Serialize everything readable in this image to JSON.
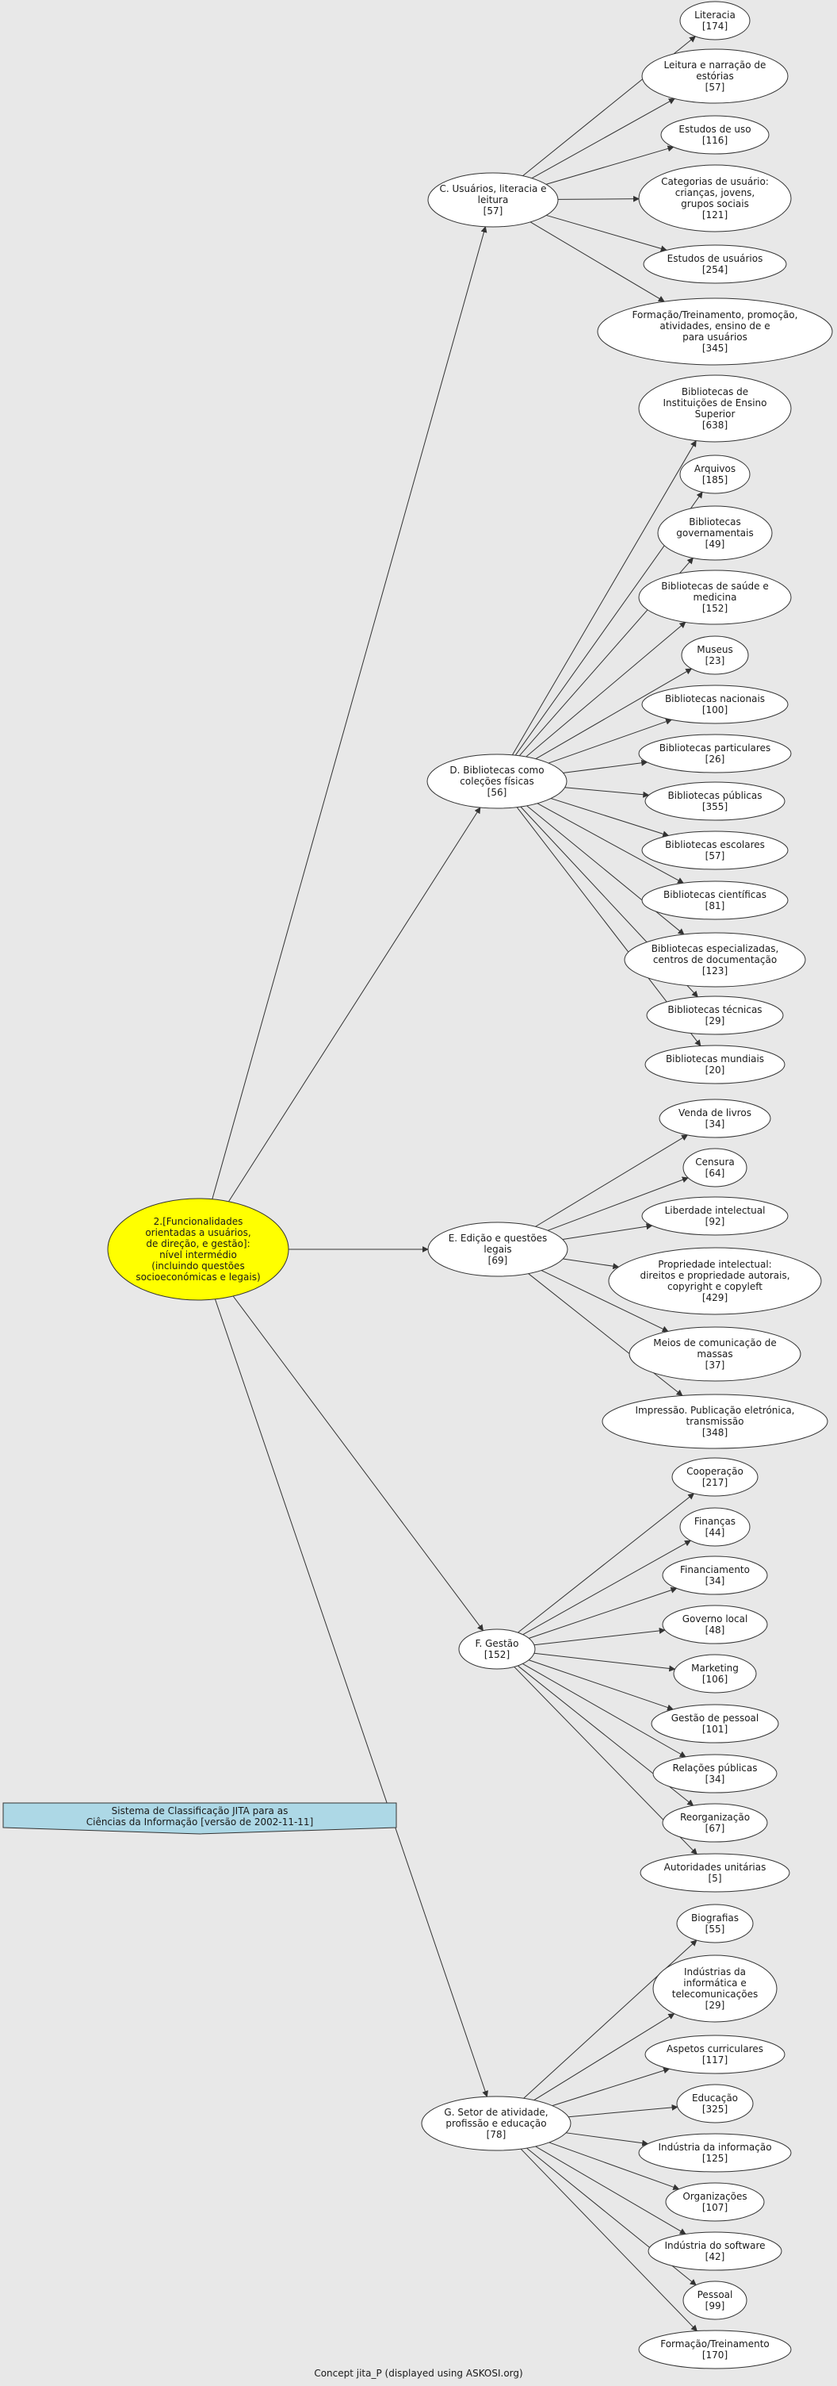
{
  "colors": {
    "background": "#e8e8e8",
    "root_fill": "#ffff00",
    "node_fill": "#ffffff",
    "legend_fill": "#add8e6",
    "edge": "#333333"
  },
  "root": {
    "lines": [
      "2.[Funcionalidades",
      "orientadas a usuários,",
      "de direção, e gestão]:",
      "nível intermédio",
      "(incluindo questões",
      "socioeconómicas e legais)"
    ]
  },
  "groups": [
    {
      "id": "c",
      "lines": [
        "C. Usuários, literacia e",
        "leitura",
        "[57]"
      ],
      "children": [
        {
          "lines": [
            "Literacia",
            "[174]"
          ]
        },
        {
          "lines": [
            "Leitura e narração de",
            "estórias",
            "[57]"
          ]
        },
        {
          "lines": [
            "Estudos de uso",
            "[116]"
          ]
        },
        {
          "lines": [
            "Categorias de usuário:",
            "crianças, jovens,",
            "grupos sociais",
            "[121]"
          ]
        },
        {
          "lines": [
            "Estudos de usuários",
            "[254]"
          ]
        },
        {
          "lines": [
            "Formação/Treinamento, promoção,",
            "atividades, ensino de e",
            "para usuários",
            "[345]"
          ]
        }
      ]
    },
    {
      "id": "d",
      "lines": [
        "D. Bibliotecas como",
        "coleções físicas",
        "[56]"
      ],
      "children": [
        {
          "lines": [
            "Bibliotecas de",
            "Instituições de Ensino",
            "Superior",
            "[638]"
          ]
        },
        {
          "lines": [
            "Arquivos",
            "[185]"
          ]
        },
        {
          "lines": [
            "Bibliotecas",
            "governamentais",
            "[49]"
          ]
        },
        {
          "lines": [
            "Bibliotecas de saúde e",
            "medicina",
            "[152]"
          ]
        },
        {
          "lines": [
            "Museus",
            "[23]"
          ]
        },
        {
          "lines": [
            "Bibliotecas nacionais",
            "[100]"
          ]
        },
        {
          "lines": [
            "Bibliotecas particulares",
            "[26]"
          ]
        },
        {
          "lines": [
            "Bibliotecas públicas",
            "[355]"
          ]
        },
        {
          "lines": [
            "Bibliotecas escolares",
            "[57]"
          ]
        },
        {
          "lines": [
            "Bibliotecas científicas",
            "[81]"
          ]
        },
        {
          "lines": [
            "Bibliotecas especializadas,",
            "centros de documentação",
            "[123]"
          ]
        },
        {
          "lines": [
            "Bibliotecas técnicas",
            "[29]"
          ]
        },
        {
          "lines": [
            "Bibliotecas mundiais",
            "[20]"
          ]
        }
      ]
    },
    {
      "id": "e",
      "lines": [
        "E. Edição e questões",
        "legais",
        "[69]"
      ],
      "children": [
        {
          "lines": [
            "Venda de livros",
            "[34]"
          ]
        },
        {
          "lines": [
            "Censura",
            "[64]"
          ]
        },
        {
          "lines": [
            "Liberdade intelectual",
            "[92]"
          ]
        },
        {
          "lines": [
            "Propriedade intelectual:",
            "direitos e propriedade autorais,",
            "copyright e copyleft",
            "[429]"
          ]
        },
        {
          "lines": [
            "Meios de comunicação de",
            "massas",
            "[37]"
          ]
        },
        {
          "lines": [
            "Impressão. Publicação eletrónica,",
            "transmissão",
            "[348]"
          ]
        }
      ]
    },
    {
      "id": "f",
      "lines": [
        "F. Gestão",
        "[152]"
      ],
      "children": [
        {
          "lines": [
            "Cooperação",
            "[217]"
          ]
        },
        {
          "lines": [
            "Finanças",
            "[44]"
          ]
        },
        {
          "lines": [
            "Financiamento",
            "[34]"
          ]
        },
        {
          "lines": [
            "Governo local",
            "[48]"
          ]
        },
        {
          "lines": [
            "Marketing",
            "[106]"
          ]
        },
        {
          "lines": [
            "Gestão de pessoal",
            "[101]"
          ]
        },
        {
          "lines": [
            "Relações públicas",
            "[34]"
          ]
        },
        {
          "lines": [
            "Reorganização",
            "[67]"
          ]
        },
        {
          "lines": [
            "Autoridades unitárias",
            "[5]"
          ]
        }
      ]
    },
    {
      "id": "g",
      "lines": [
        "G. Setor de atividade,",
        "profissão e educação",
        "[78]"
      ],
      "children": [
        {
          "lines": [
            "Biografias",
            "[55]"
          ]
        },
        {
          "lines": [
            "Indústrias da",
            "informática e",
            "telecomunicações",
            "[29]"
          ]
        },
        {
          "lines": [
            "Aspetos curriculares",
            "[117]"
          ]
        },
        {
          "lines": [
            "Educação",
            "[325]"
          ]
        },
        {
          "lines": [
            "Indústria da informação",
            "[125]"
          ]
        },
        {
          "lines": [
            "Organizações",
            "[107]"
          ]
        },
        {
          "lines": [
            "Indústria do software",
            "[42]"
          ]
        },
        {
          "lines": [
            "Pessoal",
            "[99]"
          ]
        },
        {
          "lines": [
            "Formação/Treinamento",
            "[170]"
          ]
        }
      ]
    }
  ],
  "legend": {
    "lines": [
      "Sistema de Classificação JITA para as",
      "Ciências da Informação [versão de 2002-11-11]"
    ]
  },
  "footer": "Concept jita_P (displayed using ASKOSI.org)"
}
